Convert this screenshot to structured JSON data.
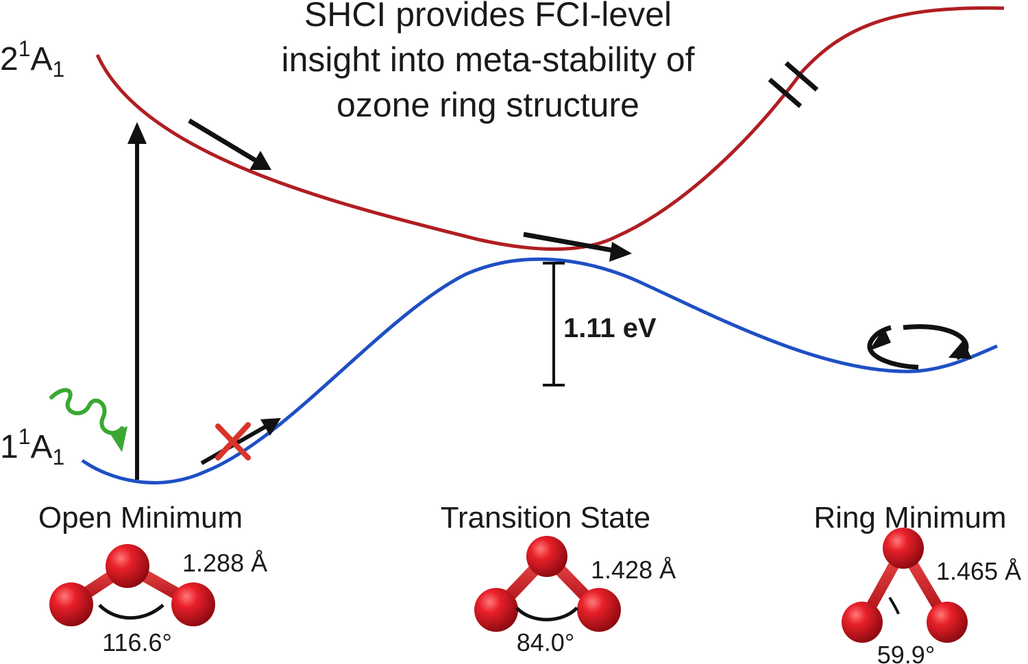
{
  "title": {
    "line1": "SHCI provides FCI-level",
    "line2": "insight into meta-stability of",
    "line3": "ozone ring structure"
  },
  "states": {
    "excited": {
      "prefix": "2",
      "sup": "1",
      "main": "A",
      "sub": "1"
    },
    "ground": {
      "prefix": "1",
      "sup": "1",
      "main": "A",
      "sub": "1"
    }
  },
  "barrier": {
    "label": "1.11 eV"
  },
  "structures": [
    {
      "name": "Open Minimum",
      "bond": "1.288 Å",
      "angle": "116.6°"
    },
    {
      "name": "Transition State",
      "bond": "1.428 Å",
      "angle": "84.0°"
    },
    {
      "name": "Ring Minimum",
      "bond": "1.465 Å",
      "angle": "59.9°"
    }
  ],
  "colors": {
    "excited_curve": "#b01e22",
    "ground_curve": "#1f4fc4",
    "arrows": "#111111",
    "photon": "#3aa832",
    "forbidden_mark": "#d9342b",
    "atom": "#d8141c"
  }
}
